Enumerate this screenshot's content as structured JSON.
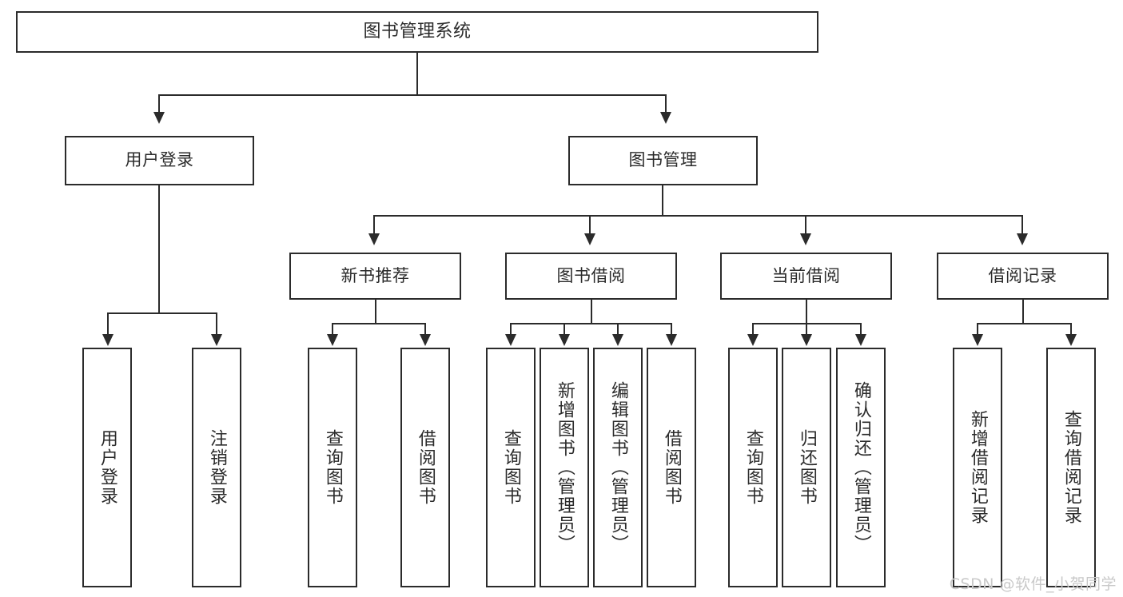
{
  "diagram": {
    "title": "图书管理系统",
    "type": "tree",
    "watermark": "CSDN @软件_小贺同学",
    "colors": {
      "stroke": "#2b2b2b",
      "fill": "#ffffff",
      "watermark": "#c9c9c9"
    },
    "levels": {
      "root": {
        "label": "图书管理系统"
      },
      "level2": [
        {
          "label": "用户登录"
        },
        {
          "label": "图书管理"
        }
      ],
      "level3": [
        {
          "label": "新书推荐"
        },
        {
          "label": "图书借阅"
        },
        {
          "label": "当前借阅"
        },
        {
          "label": "借阅记录"
        }
      ]
    },
    "nodes": {
      "root": "图书管理系统",
      "user_login": "用户登录",
      "book_manage": "图书管理",
      "new_book_rec": "新书推荐",
      "book_borrow": "图书借阅",
      "current_borrow": "当前借阅",
      "borrow_record": "借阅记录",
      "leaf_user_login": "用户登录",
      "leaf_user_logout": "注销登录",
      "leaf_query_book_1": "查询图书",
      "leaf_borrow_book_1": "借阅图书",
      "leaf_query_book_2": "查询图书",
      "leaf_add_book_admin": "新增图书（管理员）",
      "leaf_edit_book_admin": "编辑图书（管理员）",
      "leaf_borrow_book_2": "借阅图书",
      "leaf_query_book_3": "查询图书",
      "leaf_return_book": "归还图书",
      "leaf_confirm_return_admin": "确认归还（管理员）",
      "leaf_add_record": "新增借阅记录",
      "leaf_query_record": "查询借阅记录"
    },
    "tree": [
      {
        "label": "图书管理系统",
        "children": [
          {
            "label": "用户登录",
            "children": [
              {
                "label": "用户登录"
              },
              {
                "label": "注销登录"
              }
            ]
          },
          {
            "label": "图书管理",
            "children": [
              {
                "label": "新书推荐",
                "children": [
                  {
                    "label": "查询图书"
                  },
                  {
                    "label": "借阅图书"
                  }
                ]
              },
              {
                "label": "图书借阅",
                "children": [
                  {
                    "label": "查询图书"
                  },
                  {
                    "label": "新增图书（管理员）"
                  },
                  {
                    "label": "编辑图书（管理员）"
                  },
                  {
                    "label": "借阅图书"
                  }
                ]
              },
              {
                "label": "当前借阅",
                "children": [
                  {
                    "label": "查询图书"
                  },
                  {
                    "label": "归还图书"
                  },
                  {
                    "label": "确认归还（管理员）"
                  }
                ]
              },
              {
                "label": "借阅记录",
                "children": [
                  {
                    "label": "新增借阅记录"
                  },
                  {
                    "label": "查询借阅记录"
                  }
                ]
              }
            ]
          }
        ]
      }
    ]
  }
}
